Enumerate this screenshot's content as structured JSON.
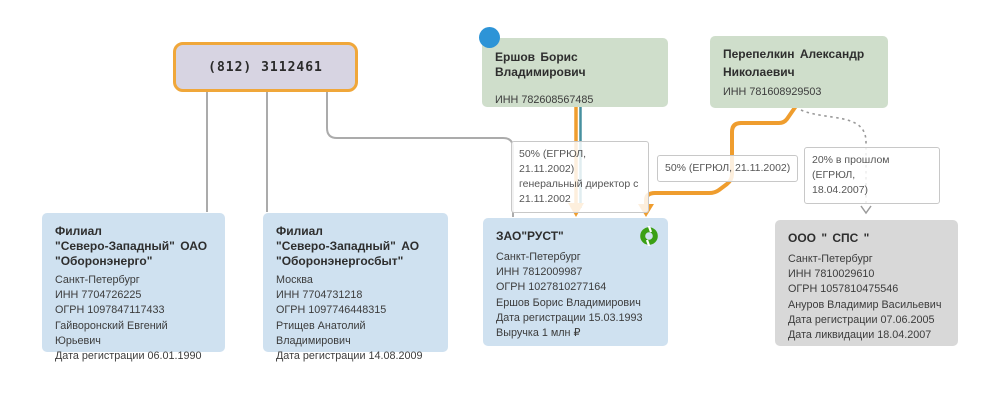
{
  "diagram": {
    "phone": {
      "number": "(812) 3112461"
    },
    "persons": [
      {
        "name": "Ершов Борис Владимирович",
        "inn": "ИНН 782608567485"
      },
      {
        "name_line1": "Перепелкин Александр",
        "name_line2": "Николаевич",
        "inn": "ИНН 781608929503"
      }
    ],
    "companies": [
      {
        "title_lines": [
          "Филиал",
          "\"Северо-Западный\"  ОАО",
          "\"Оборонэнерго\""
        ],
        "details": [
          "Санкт-Петербург",
          "ИНН 7704726225",
          "ОГРН 1097847117433",
          "Гайворонский Евгений Юрьевич",
          "Дата регистрации 06.01.1990"
        ]
      },
      {
        "title_lines": [
          "Филиал",
          "\"Северо-Западный\"  АО",
          "\"Оборонэнергосбыт\""
        ],
        "details": [
          "Москва",
          "ИНН 7704731218",
          "ОГРН 1097746448315",
          "Ртищев Анатолий Владимирович",
          "Дата регистрации 14.08.2009"
        ]
      },
      {
        "title": "ЗАО\"РУСТ\"",
        "details": [
          "Санкт-Петербург",
          "ИНН 7812009987",
          "ОГРН 1027810277164",
          "Ершов Борис Владимирович",
          "Дата регистрации 15.03.1993",
          "Выручка 1 млн ₽"
        ]
      },
      {
        "title": "ООО \" СПС \"",
        "details": [
          "Санкт-Петербург",
          "ИНН 7810029610",
          "ОГРН 1057810475546",
          "Ануров Владимир Васильевич",
          "Дата регистрации 07.06.2005",
          "Дата ликвидации 18.04.2007"
        ]
      }
    ],
    "edge_labels": {
      "director": {
        "line1": "50% (ЕГРЮЛ, 21.11.2002)",
        "line2": "генеральный директор с",
        "line3": "21.11.2002"
      },
      "owner50": {
        "line1": "50% (ЕГРЮЛ, 21.11.2002)"
      },
      "past20": {
        "line1": "20% в прошлом (ЕГРЮЛ,",
        "line2": "18.04.2007)"
      }
    },
    "colors": {
      "accent_orange": "#ef9d2e",
      "teal_line": "#47909f",
      "gray_line": "#ababab",
      "blue_dot": "#2d94d7",
      "green_status": "#3ba015",
      "person_bg": "#cfdecb",
      "company_bg": "#cfe1f0",
      "liquidated_bg": "#d8d8d8",
      "phone_bg": "#d7d4e2",
      "phone_border": "#f0a73a"
    }
  }
}
